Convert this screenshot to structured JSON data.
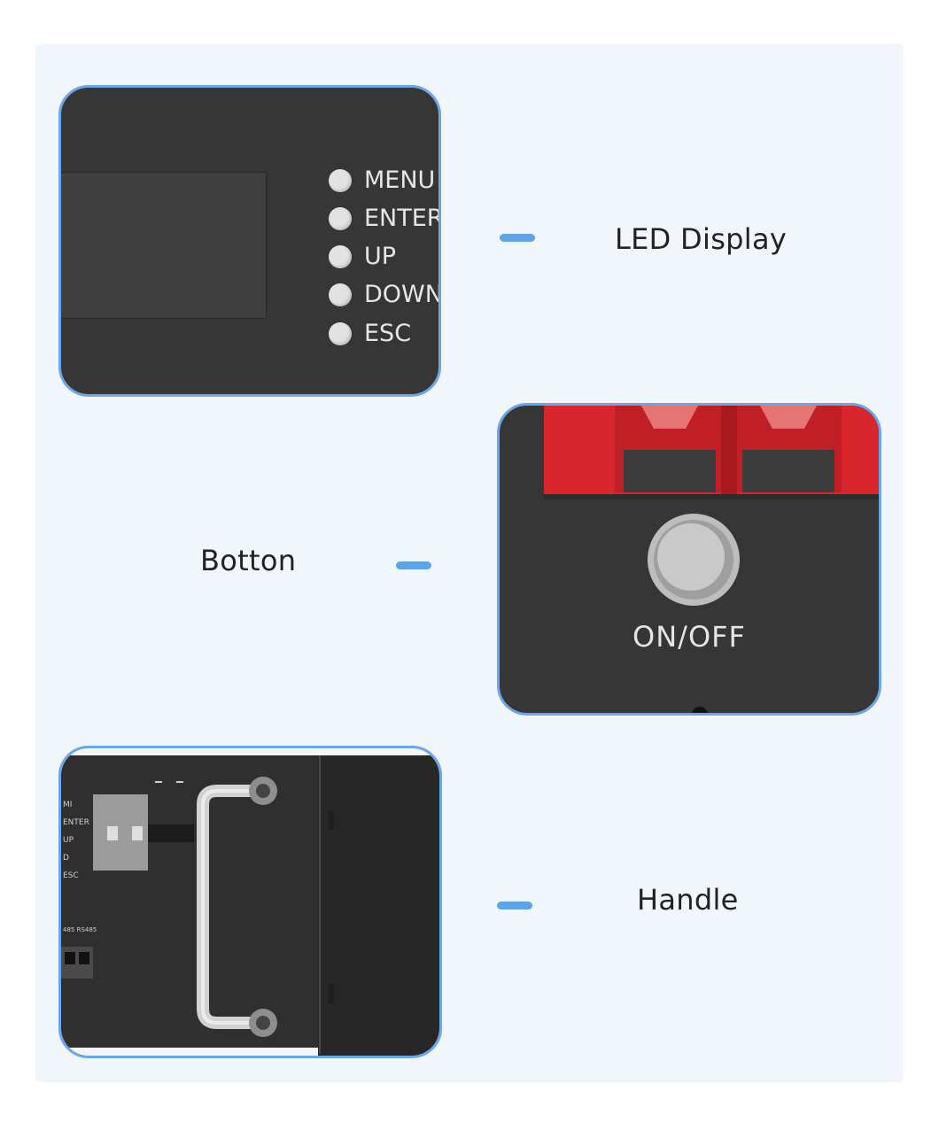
{
  "display_card": {
    "buttons": [
      {
        "label": "MENU"
      },
      {
        "label": "ENTER"
      },
      {
        "label": "UP"
      },
      {
        "label": "DOWN"
      },
      {
        "label": "ESC"
      }
    ]
  },
  "power_card": {
    "switch_label": "ON/OFF"
  },
  "handle_card": {
    "side_labels": [
      "MI",
      "ENTER",
      "UP",
      "D",
      "ESC"
    ],
    "port_label": "485 RS485"
  },
  "callouts": {
    "led_display": "LED Display",
    "botton": "Botton",
    "handle": "Handle"
  },
  "colors": {
    "panel_background": "#f1f6fc",
    "card_border": "#6aa6e8",
    "dash": "#5ea3e6",
    "device_body": "#363636",
    "terminal_red": "#d8262c"
  }
}
